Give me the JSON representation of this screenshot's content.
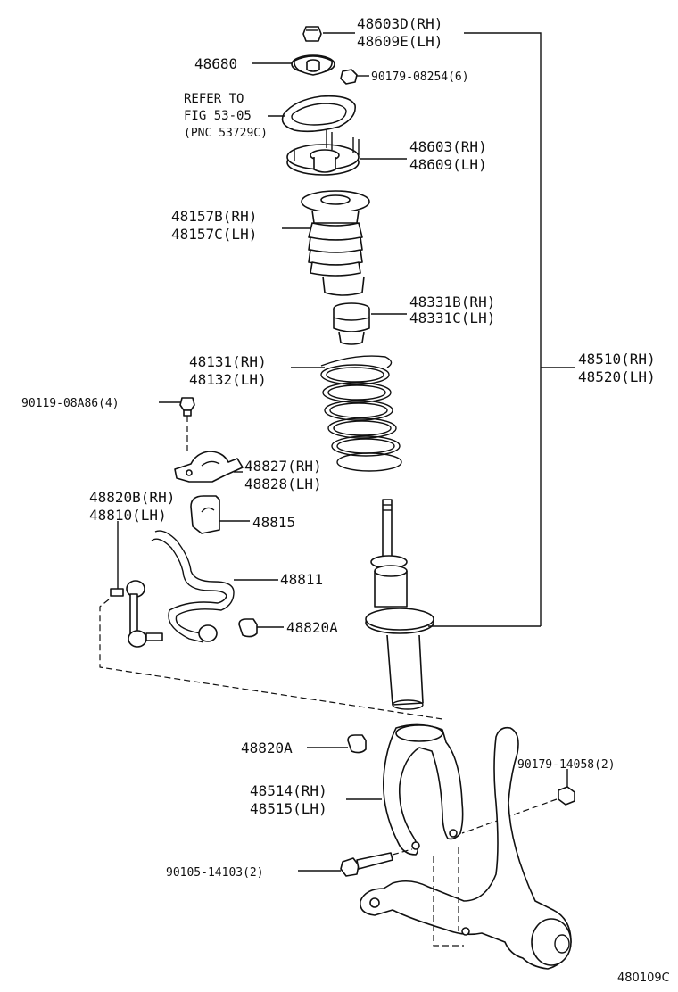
{
  "labels": {
    "mount_nut_rh": "48603D(RH)",
    "mount_nut_lh": "48609E(LH)",
    "plate": "48680",
    "nut_6": "90179-08254(6)",
    "refer_1": "REFER TO",
    "refer_2": "FIG 53-05",
    "refer_3": "(PNC 53729C)",
    "support_rh": "48603(RH)",
    "support_lh": "48609(LH)",
    "boot_rh": "48157B(RH)",
    "boot_lh": "48157C(LH)",
    "bumper_rh": "48331B(RH)",
    "bumper_lh": "48331C(LH)",
    "spring_rh": "48131(RH)",
    "spring_lh": "48132(LH)",
    "strut_rh": "48510(RH)",
    "strut_lh": "48520(LH)",
    "bolt_4": "90119-08A86(4)",
    "bracket_rh": "48827(RH)",
    "bracket_lh": "48828(LH)",
    "link_rh": "48820B(RH)",
    "link_lh": "48810(LH)",
    "bush": "48815",
    "stabilizer": "48811",
    "bush_a_1": "48820A",
    "bush_a_2": "48820A",
    "fork_rh": "48514(RH)",
    "fork_lh": "48515(LH)",
    "nut_2": "90179-14058(2)",
    "bolt_2": "90105-14103(2)",
    "diagram_code": "480109C"
  }
}
